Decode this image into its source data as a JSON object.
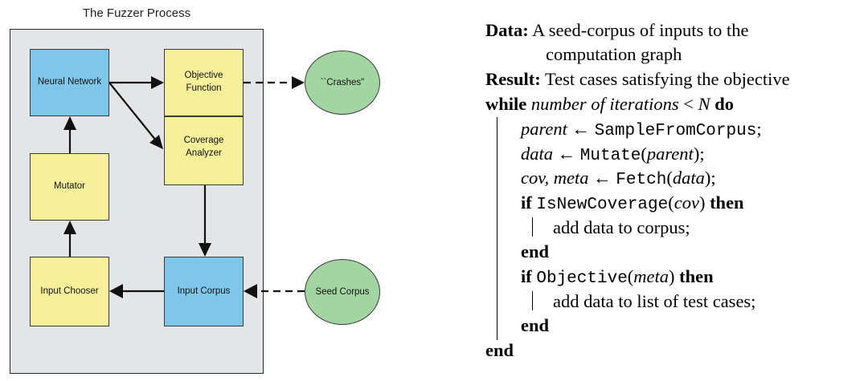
{
  "diagram": {
    "title": "The Fuzzer Process",
    "nodes": {
      "neural_network": "Neural Network",
      "objective_function": "Objective\nFunction",
      "coverage_analyzer": "Coverage\nAnalyzer",
      "mutator": "Mutator",
      "input_chooser": "Input Chooser",
      "input_corpus": "Input Corpus"
    },
    "external": {
      "crashes": "``Crashes\"",
      "seed_corpus": "Seed Corpus"
    },
    "colors": {
      "blue_node": "#7ec6ea",
      "yellow_node": "#f7f09a",
      "green_circle": "#a3d5a3",
      "frame": "#e4e5e6"
    }
  },
  "algorithm": {
    "data_kw": "Data:",
    "data_text_1": "A seed-corpus of inputs to the",
    "data_text_2": "computation graph",
    "result_kw": "Result:",
    "result_text": "Test cases satisfying the objective",
    "while_kw": "while",
    "while_cond": "number of iterations",
    "lt": " < ",
    "N": "N",
    "do_kw": "do",
    "l1_var": "parent",
    "arrow": " ← ",
    "l1_fn": "SampleFromCorpus",
    "semi": ";",
    "l2_var": "data",
    "l2_fn": "Mutate",
    "l2_arg": "parent",
    "l3_var": "cov, meta",
    "l3_fn": "Fetch",
    "l3_arg": "data",
    "if_kw": "if",
    "if1_fn": "IsNewCoverage",
    "if1_arg": "cov",
    "then_kw": "then",
    "if1_body": "add data to corpus;",
    "end_kw": "end",
    "if2_fn": "Objective",
    "if2_arg": "meta",
    "if2_body": "add data to list of test cases;",
    "end_inner_2": "end",
    "end_outer": "end"
  }
}
